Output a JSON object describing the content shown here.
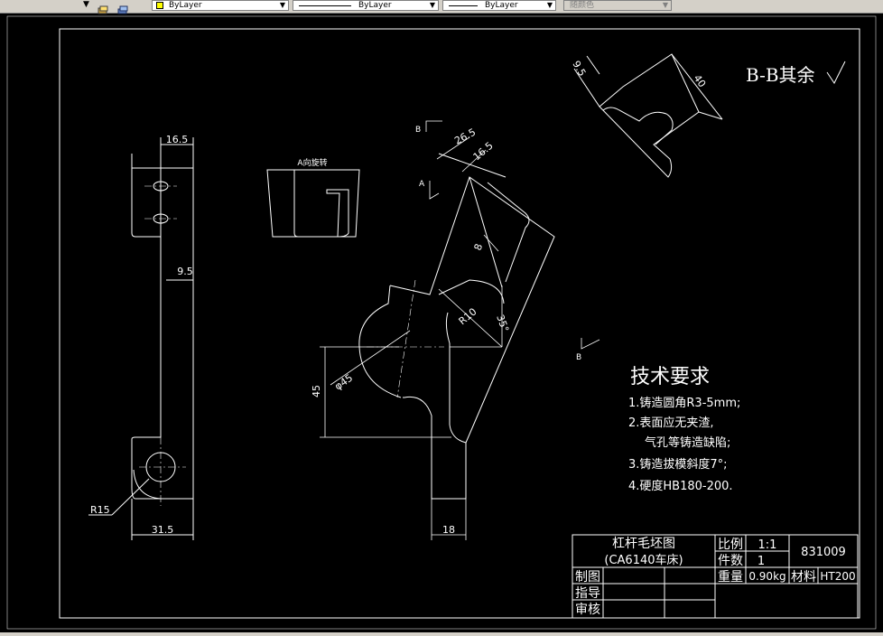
{
  "toolbar": {
    "layer_name": "ByLayer",
    "linetype_name": "ByLayer",
    "lineweight_name": "ByLayer",
    "plot_style": "随颜色"
  },
  "drawing": {
    "section_label": "B-B其余",
    "view_a_label": "A向旋转",
    "label_a": "A",
    "label_b_top": "B",
    "label_b_bottom": "B",
    "dims": {
      "d16_5_left": "16.5",
      "d9_5_left": "9.5",
      "r15": "R15",
      "d31_5": "31.5",
      "d26_5": "26.5",
      "d16_5_top": "16.5",
      "d8": "8",
      "r10": "R10",
      "a35": "35°",
      "phi45": "φ45",
      "d45": "45",
      "d18": "18",
      "d9_5_top": "9.5",
      "d40": "40"
    },
    "tech": {
      "title": "技术要求",
      "items": [
        "1.铸造圆角R3-5mm;",
        "2.表面应无夹渣,",
        "气孔等铸造缺陷;",
        "3.铸造拔模斜度7°;",
        "4.硬度HB180-200."
      ]
    },
    "title_block": {
      "name": "杠杆毛坯图",
      "machine": "(CA6140车床)",
      "scale_label": "比例",
      "scale_value": "1:1",
      "count_label": "件数",
      "count_value": "1",
      "weight_label": "重量",
      "weight_value": "0.90kg",
      "material_label": "材料",
      "material_value": "HT200",
      "drawing_no": "831009",
      "drawn_label": "制图",
      "guide_label": "指导",
      "review_label": "审核"
    }
  }
}
